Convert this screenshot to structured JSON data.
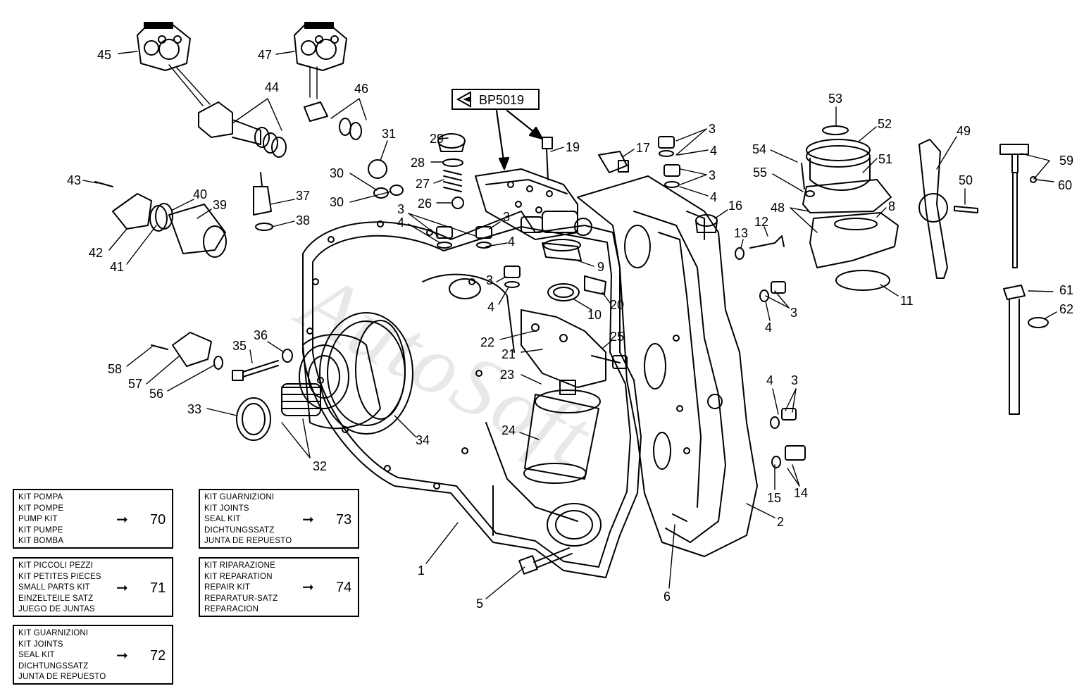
{
  "reference_tag": "BP5019",
  "watermark": "AutoSoft",
  "callouts": [
    {
      "id": "c45",
      "label": "45"
    },
    {
      "id": "c47",
      "label": "47"
    },
    {
      "id": "c44",
      "label": "44"
    },
    {
      "id": "c46",
      "label": "46"
    },
    {
      "id": "c31",
      "label": "31"
    },
    {
      "id": "c29",
      "label": "29"
    },
    {
      "id": "c28",
      "label": "28"
    },
    {
      "id": "c27",
      "label": "27"
    },
    {
      "id": "c26",
      "label": "26"
    },
    {
      "id": "c30a",
      "label": "30"
    },
    {
      "id": "c30b",
      "label": "30"
    },
    {
      "id": "c19",
      "label": "19"
    },
    {
      "id": "c17",
      "label": "17"
    },
    {
      "id": "c3a",
      "label": "3"
    },
    {
      "id": "c4a",
      "label": "4"
    },
    {
      "id": "c3b",
      "label": "3"
    },
    {
      "id": "c4b",
      "label": "4"
    },
    {
      "id": "c53",
      "label": "53"
    },
    {
      "id": "c52",
      "label": "52"
    },
    {
      "id": "c54",
      "label": "54"
    },
    {
      "id": "c51",
      "label": "51"
    },
    {
      "id": "c49",
      "label": "49"
    },
    {
      "id": "c59",
      "label": "59"
    },
    {
      "id": "c60",
      "label": "60"
    },
    {
      "id": "c55",
      "label": "55"
    },
    {
      "id": "c50",
      "label": "50"
    },
    {
      "id": "c48",
      "label": "48"
    },
    {
      "id": "c8",
      "label": "8"
    },
    {
      "id": "c16",
      "label": "16"
    },
    {
      "id": "c12",
      "label": "12"
    },
    {
      "id": "c13",
      "label": "13"
    },
    {
      "id": "c43",
      "label": "43"
    },
    {
      "id": "c40",
      "label": "40"
    },
    {
      "id": "c39",
      "label": "39"
    },
    {
      "id": "c37",
      "label": "37"
    },
    {
      "id": "c38",
      "label": "38"
    },
    {
      "id": "c3c",
      "label": "3"
    },
    {
      "id": "c4c",
      "label": "4"
    },
    {
      "id": "c3d",
      "label": "3"
    },
    {
      "id": "c4d",
      "label": "4"
    },
    {
      "id": "c42",
      "label": "42"
    },
    {
      "id": "c41",
      "label": "41"
    },
    {
      "id": "c9",
      "label": "9"
    },
    {
      "id": "c3e",
      "label": "3"
    },
    {
      "id": "c4e",
      "label": "4"
    },
    {
      "id": "c10",
      "label": "10"
    },
    {
      "id": "c20",
      "label": "20"
    },
    {
      "id": "c61",
      "label": "61"
    },
    {
      "id": "c62",
      "label": "62"
    },
    {
      "id": "c11",
      "label": "11"
    },
    {
      "id": "c3f",
      "label": "3"
    },
    {
      "id": "c4f",
      "label": "4"
    },
    {
      "id": "c22",
      "label": "22"
    },
    {
      "id": "c25",
      "label": "25"
    },
    {
      "id": "c21",
      "label": "21"
    },
    {
      "id": "c36",
      "label": "36"
    },
    {
      "id": "c35",
      "label": "35"
    },
    {
      "id": "c58",
      "label": "58"
    },
    {
      "id": "c57",
      "label": "57"
    },
    {
      "id": "c56",
      "label": "56"
    },
    {
      "id": "c23",
      "label": "23"
    },
    {
      "id": "c4g",
      "label": "4"
    },
    {
      "id": "c3g",
      "label": "3"
    },
    {
      "id": "c33",
      "label": "33"
    },
    {
      "id": "c24",
      "label": "24"
    },
    {
      "id": "c34",
      "label": "34"
    },
    {
      "id": "c32",
      "label": "32"
    },
    {
      "id": "c15",
      "label": "15"
    },
    {
      "id": "c14",
      "label": "14"
    },
    {
      "id": "c2",
      "label": "2"
    },
    {
      "id": "c1",
      "label": "1"
    },
    {
      "id": "c6",
      "label": "6"
    },
    {
      "id": "c5",
      "label": "5"
    }
  ],
  "kits": [
    {
      "id": "kit70",
      "lines": [
        "KIT POMPA",
        "KIT POMPE",
        "PUMP KIT",
        "KIT PUMPE",
        "KIT BOMBA"
      ],
      "ref": "70"
    },
    {
      "id": "kit73",
      "lines": [
        "KIT GUARNIZIONI",
        "KIT JOINTS",
        "SEAL KIT",
        "DICHTUNGSSATZ",
        "JUNTA DE REPUESTO"
      ],
      "ref": "73"
    },
    {
      "id": "kit71",
      "lines": [
        "KIT PICCOLI PEZZI",
        "KIT PETITES PIECES",
        "SMALL PARTS KIT",
        "EINZELTEILE SATZ",
        "JUEGO DE JUNTAS"
      ],
      "ref": "71"
    },
    {
      "id": "kit74",
      "lines": [
        "KIT RIPARAZIONE",
        "KIT REPARATION",
        "REPAIR KIT",
        "REPARATUR-SATZ",
        "REPARACION"
      ],
      "ref": "74"
    },
    {
      "id": "kit72",
      "lines": [
        "KIT GUARNIZIONI",
        "KIT JOINTS",
        "SEAL KIT",
        "DICHTUNGSSATZ",
        "JUNTA DE REPUESTO"
      ],
      "ref": "72"
    }
  ],
  "arrow_glyph": "➞"
}
